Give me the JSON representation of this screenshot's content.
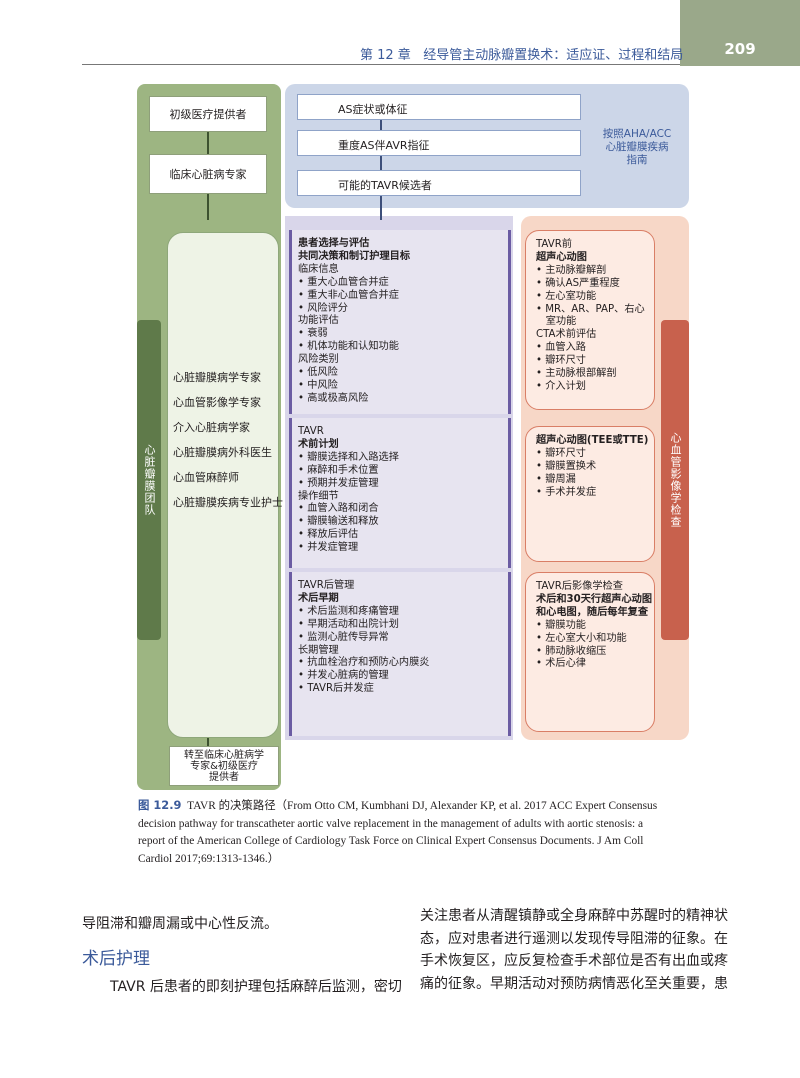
{
  "header": {
    "chapter": "第 12 章",
    "title": "经导管主动脉瓣置换术：适应证、过程和结局",
    "page_number": "209"
  },
  "figure": {
    "top_left": {
      "box1": "初级医疗提供者",
      "box2": "临床心脏病专家"
    },
    "top_center": {
      "box1": "AS症状或体征",
      "box2": "重度AS伴AVR指征",
      "box3": "可能的TAVR候选者"
    },
    "guideline_note": [
      "按照AHA/ACC",
      "心脏瓣膜疾病",
      "指南"
    ],
    "team_label": "心脏瓣膜团队",
    "imaging_label": "心血管影像学检查",
    "team_members": [
      "心脏瓣膜病学专家",
      "心血管影像学专家",
      "介入心脏病学家",
      "心脏瓣膜病外科医生",
      "心血管麻醉师",
      "心脏瓣膜疾病专业护士"
    ],
    "referral": [
      "转至临床心脏病学",
      "专家&初级医疗",
      "提供者"
    ],
    "middle_sections": [
      {
        "lines": [
          "患者选择与评估",
          "共同决策和制订护理目标",
          "临床信息",
          "• 重大心血管合并症",
          "• 重大非心血管合并症",
          "• 风险评分",
          "功能评估",
          "• 衰弱",
          "• 机体功能和认知功能",
          "风险类别",
          "• 低风险",
          "• 中风险",
          "• 高或极高风险"
        ]
      },
      {
        "lines": [
          "TAVR",
          "术前计划",
          "• 瓣膜选择和入路选择",
          "• 麻醉和手术位置",
          "• 预期并发症管理",
          "操作细节",
          "• 血管入路和闭合",
          "• 瓣膜输送和释放",
          "• 释放后评估",
          "• 并发症管理"
        ]
      },
      {
        "lines": [
          "TAVR后管理",
          "术后早期",
          "• 术后监测和疼痛管理",
          "• 早期活动和出院计划",
          "• 监测心脏传导异常",
          "长期管理",
          "• 抗血栓治疗和预防心内膜炎",
          "• 并发心脏病的管理",
          "• TAVR后并发症"
        ]
      }
    ],
    "right_sections": [
      {
        "lines": [
          "TAVR前",
          "超声心动图",
          "• 主动脉瓣解剖",
          "• 确认AS严重程度",
          "• 左心室功能",
          "• MR、AR、PAP、右心",
          "   室功能",
          "CTA术前评估",
          "• 血管入路",
          "• 瓣环尺寸",
          "• 主动脉根部解剖",
          "• 介入计划"
        ]
      },
      {
        "lines": [
          "超声心动图(TEE或TTE)",
          "• 瓣环尺寸",
          "• 瓣膜置换术",
          "• 瓣周漏",
          "• 手术并发症"
        ]
      },
      {
        "lines": [
          "TAVR后影像学检查",
          "术后和30天行超声心动图",
          "和心电图，随后每年复查",
          "• 瓣膜功能",
          "• 左心室大小和功能",
          "• 肺动脉收缩压",
          "• 术后心律"
        ]
      }
    ]
  },
  "caption": {
    "label": "图 12.9",
    "lines": [
      "TAVR 的决策路径（From Otto CM, Kumbhani DJ, Alexander KP, et al. 2017 ACC Expert Consensus",
      "decision pathway for transcatheter aortic valve replacement in the management of adults with aortic stenosis: a",
      "report of the American College of Cardiology Task Force on Clinical Expert Consensus Documents. J Am Coll",
      "Cardiol 2017;69:1313-1346.）"
    ]
  },
  "body": {
    "left_col": {
      "line1": "导阻滞和瓣周漏或中心性反流。",
      "heading": "术后护理",
      "line2": "TAVR 后患者的即刻护理包括麻醉后监测，密切"
    },
    "right_col": [
      "关注患者从清醒镇静或全身麻醉中苏醒时的精神状",
      "态，应对患者进行遥测以发现传导阻滞的征象。在",
      "手术恢复区，应反复检查手术部位是否有出血或疼",
      "痛的征象。早期活动对预防病情恶化至关重要，患"
    ]
  }
}
